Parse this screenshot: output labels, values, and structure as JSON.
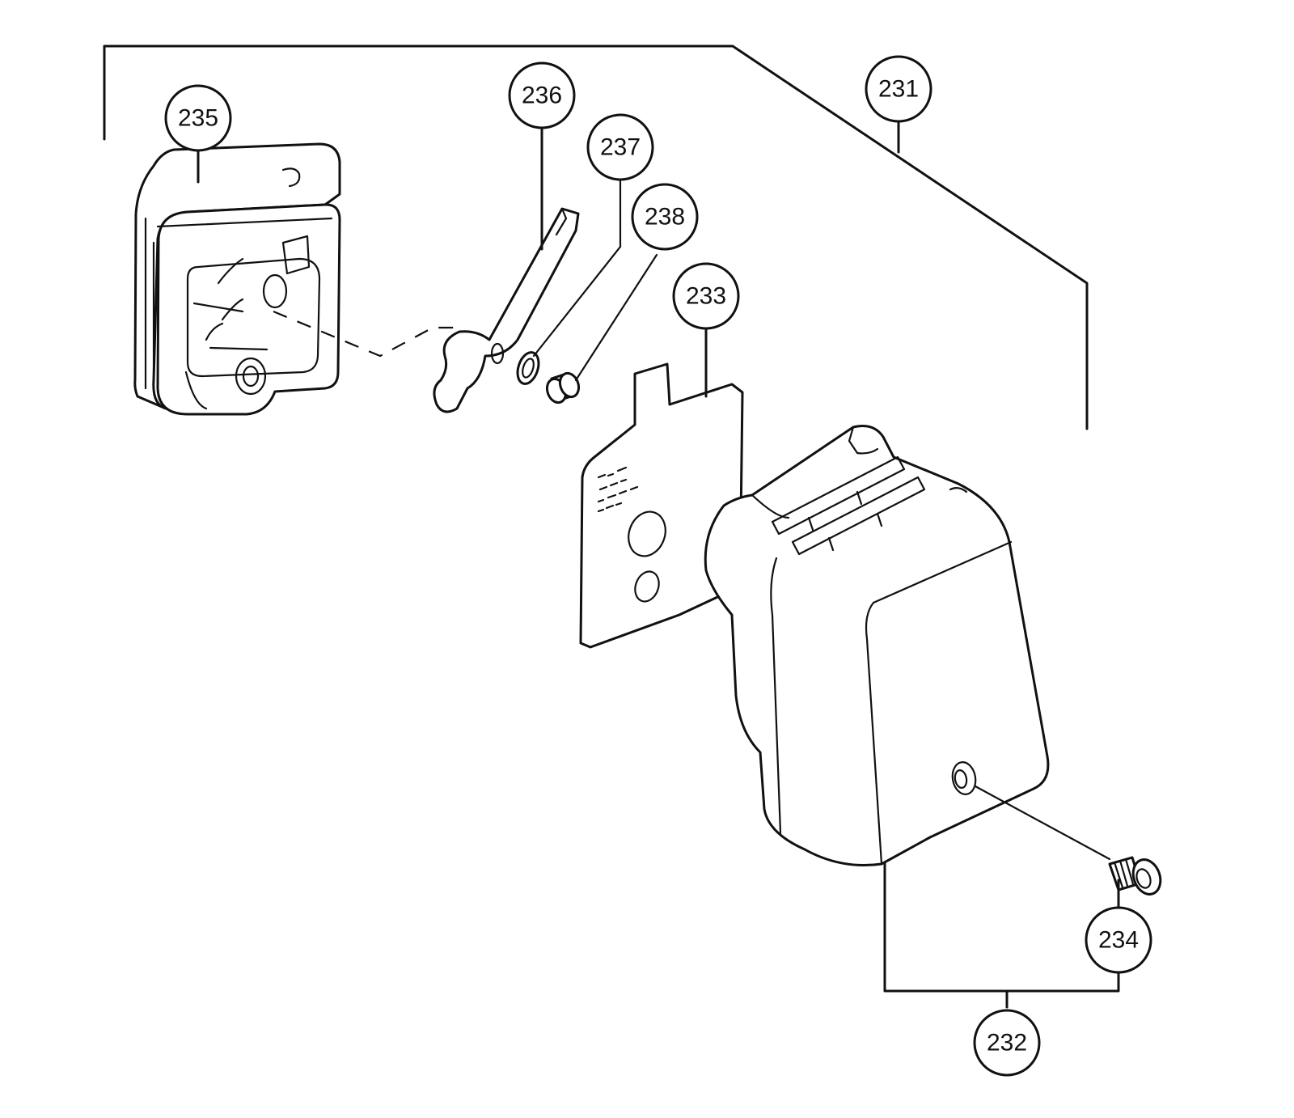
{
  "callouts": [
    {
      "id": "231",
      "label": "231"
    },
    {
      "id": "232",
      "label": "232"
    },
    {
      "id": "233",
      "label": "233"
    },
    {
      "id": "234",
      "label": "234"
    },
    {
      "id": "235",
      "label": "235"
    },
    {
      "id": "236",
      "label": "236"
    },
    {
      "id": "237",
      "label": "237"
    },
    {
      "id": "238",
      "label": "238"
    }
  ]
}
